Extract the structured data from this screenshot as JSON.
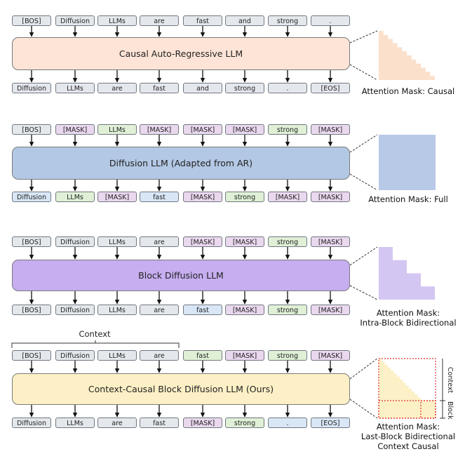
{
  "colors": {
    "gray": "#e4e8ec",
    "purple": "#ead8ee",
    "green": "#dff0d6",
    "blue": "#d8e6f6",
    "ar_bar": "#fde4d6",
    "diff_bar": "#b3c8e4",
    "block_bar": "#c6aef0",
    "ours_bar": "#fdf0c6",
    "ar_mask": "#fbe0cb",
    "full_mask": "#b8c9e8",
    "block_mask": "#d4c6f2",
    "ours_mask_yellow": "#fbf0c6",
    "ours_mask_red": "#e03030"
  },
  "rows": [
    {
      "bar_label": "Causal Auto-Regressive LLM",
      "bar_color": "ar_bar",
      "inputs": [
        {
          "t": "[BOS]",
          "c": "gray"
        },
        {
          "t": "Diffusion",
          "c": "gray"
        },
        {
          "t": "LLMs",
          "c": "gray"
        },
        {
          "t": "are",
          "c": "gray"
        },
        {
          "t": "fast",
          "c": "gray"
        },
        {
          "t": "and",
          "c": "gray"
        },
        {
          "t": "strong",
          "c": "gray"
        },
        {
          "t": ".",
          "c": "gray"
        }
      ],
      "outputs": [
        {
          "t": "Diffusion",
          "c": "gray"
        },
        {
          "t": "LLMs",
          "c": "gray"
        },
        {
          "t": "are",
          "c": "gray"
        },
        {
          "t": "fast",
          "c": "gray"
        },
        {
          "t": "and",
          "c": "gray"
        },
        {
          "t": "strong",
          "c": "gray"
        },
        {
          "t": ".",
          "c": "gray"
        },
        {
          "t": "[EOS]",
          "c": "gray"
        }
      ],
      "mask_caption": [
        "Attention Mask: Causal"
      ],
      "mask_type": "causal"
    },
    {
      "bar_label": "Diffusion LLM (Adapted from AR)",
      "bar_color": "diff_bar",
      "inputs": [
        {
          "t": "[BOS]",
          "c": "gray"
        },
        {
          "t": "[MASK]",
          "c": "purple"
        },
        {
          "t": "LLMs",
          "c": "green"
        },
        {
          "t": "[MASK]",
          "c": "purple"
        },
        {
          "t": "[MASK]",
          "c": "purple"
        },
        {
          "t": "[MASK]",
          "c": "purple"
        },
        {
          "t": "strong",
          "c": "green"
        },
        {
          "t": "[MASK]",
          "c": "purple"
        }
      ],
      "outputs": [
        {
          "t": "Diffusion",
          "c": "blue"
        },
        {
          "t": "LLMs",
          "c": "green"
        },
        {
          "t": "[MASK]",
          "c": "purple"
        },
        {
          "t": "fast",
          "c": "blue"
        },
        {
          "t": "[MASK]",
          "c": "purple"
        },
        {
          "t": "strong",
          "c": "green"
        },
        {
          "t": "[MASK]",
          "c": "purple"
        },
        {
          "t": "[MASK]",
          "c": "purple"
        }
      ],
      "mask_caption": [
        "Attention Mask: Full"
      ],
      "mask_type": "full"
    },
    {
      "bar_label": "Block Diffusion LLM",
      "bar_color": "block_bar",
      "inputs": [
        {
          "t": "[BOS]",
          "c": "gray"
        },
        {
          "t": "Diffusion",
          "c": "gray"
        },
        {
          "t": "LLMs",
          "c": "gray"
        },
        {
          "t": "are",
          "c": "gray"
        },
        {
          "t": "[MASK]",
          "c": "purple"
        },
        {
          "t": "[MASK]",
          "c": "purple"
        },
        {
          "t": "strong",
          "c": "green"
        },
        {
          "t": "[MASK]",
          "c": "purple"
        }
      ],
      "outputs": [
        {
          "t": "[BOS]",
          "c": "gray"
        },
        {
          "t": "Diffusion",
          "c": "gray"
        },
        {
          "t": "LLMs",
          "c": "gray"
        },
        {
          "t": "are",
          "c": "gray"
        },
        {
          "t": "fast",
          "c": "blue"
        },
        {
          "t": "[MASK]",
          "c": "purple"
        },
        {
          "t": "strong",
          "c": "green"
        },
        {
          "t": "[MASK]",
          "c": "purple"
        }
      ],
      "mask_caption": [
        "Attention Mask:",
        "Intra-Block Bidirectional"
      ],
      "mask_type": "block"
    },
    {
      "bar_label": "Context-Causal Block Diffusion LLM (Ours)",
      "bar_color": "ours_bar",
      "context_label": "Context",
      "inputs": [
        {
          "t": "[BOS]",
          "c": "gray"
        },
        {
          "t": "Diffusion",
          "c": "gray"
        },
        {
          "t": "LLMs",
          "c": "gray"
        },
        {
          "t": "are",
          "c": "gray"
        },
        {
          "t": "fast",
          "c": "green"
        },
        {
          "t": "[MASK]",
          "c": "purple"
        },
        {
          "t": "strong",
          "c": "green"
        },
        {
          "t": "[MASK]",
          "c": "purple"
        }
      ],
      "outputs": [
        {
          "t": "Diffusion",
          "c": "gray"
        },
        {
          "t": "LLMs",
          "c": "gray"
        },
        {
          "t": "are",
          "c": "gray"
        },
        {
          "t": "fast",
          "c": "gray"
        },
        {
          "t": "[MASK]",
          "c": "purple"
        },
        {
          "t": "strong",
          "c": "green"
        },
        {
          "t": ".",
          "c": "blue"
        },
        {
          "t": "[EOS]",
          "c": "blue"
        }
      ],
      "mask_caption": [
        "Attention Mask:",
        "Last-Block Bidirectional",
        "Context Causal"
      ],
      "mask_type": "ours",
      "side_labels": [
        "Context",
        "Block"
      ]
    }
  ]
}
